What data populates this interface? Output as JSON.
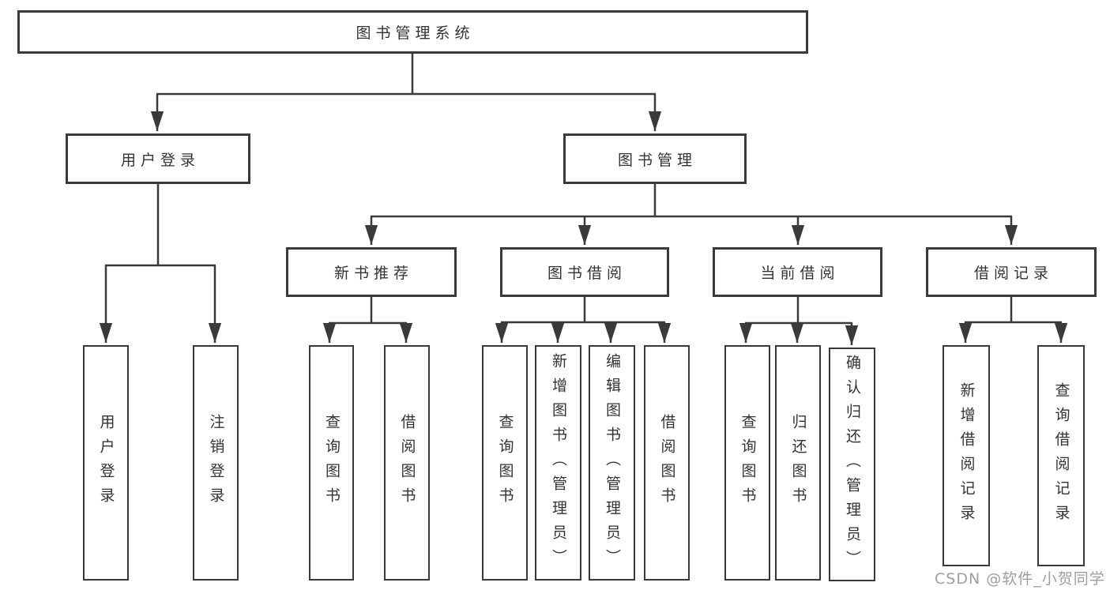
{
  "diagram": {
    "title": "图书管理系统",
    "level2": {
      "user_login": "用户登录",
      "book_mgmt": "图书管理"
    },
    "level3": {
      "new_book_rec": "新书推荐",
      "book_borrow": "图书借阅",
      "current_borrow": "当前借阅",
      "borrow_records": "借阅记录"
    },
    "leaves": {
      "user_login": "用户登录",
      "logout": "注销登录",
      "rec_query_book": "查询图书",
      "rec_borrow_book": "借阅图书",
      "bb_query_book": "查询图书",
      "bb_add_book": "新增图书（管理员）",
      "bb_edit_book": "编辑图书（管理员）",
      "bb_borrow_book": "借阅图书",
      "cb_query_book": "查询图书",
      "cb_return_book": "归还图书",
      "cb_confirm_return": "确认归还（管理员）",
      "br_add_record": "新增借阅记录",
      "br_query_record": "查询借阅记录"
    }
  },
  "watermark": "CSDN @软件_小贺同学",
  "colors": {
    "line": "#3a3a3a",
    "text": "#333333",
    "watermark": "#9e9e9e",
    "background": "#ffffff"
  }
}
